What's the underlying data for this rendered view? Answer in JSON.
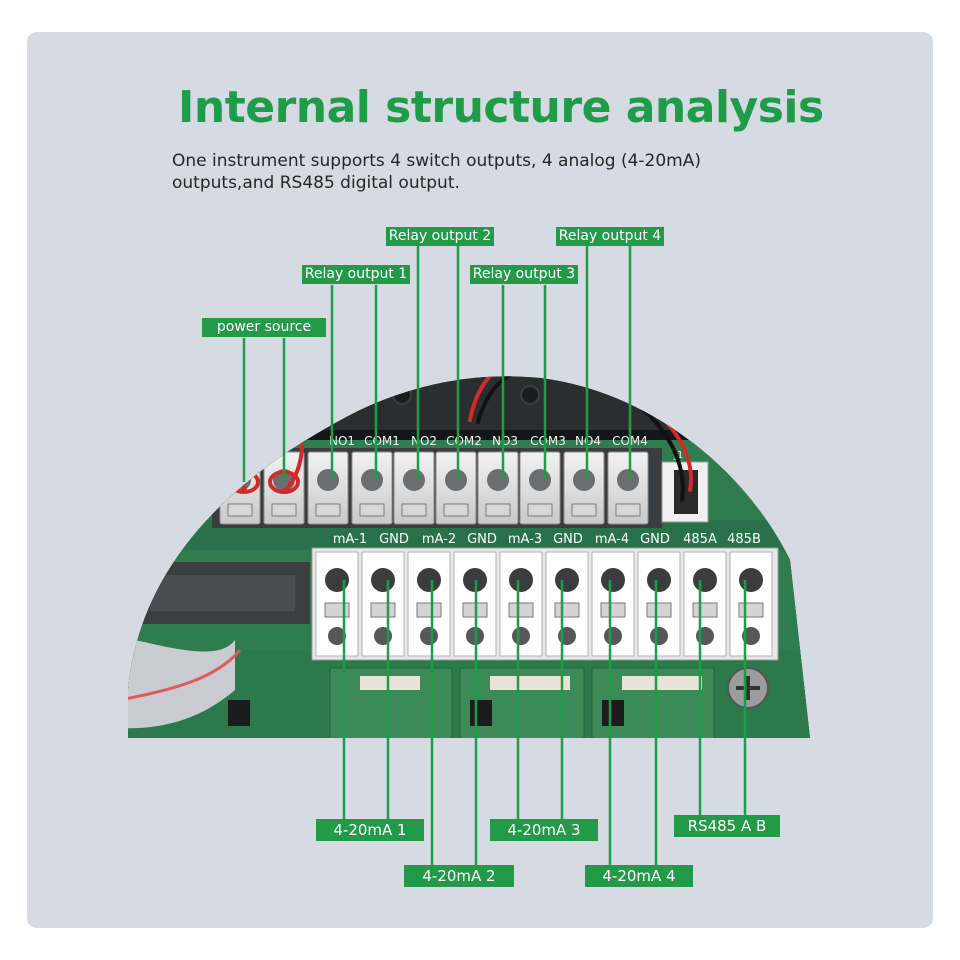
{
  "title": "Internal structure analysis",
  "subtitle": {
    "line1": "One instrument supports 4 switch outputs, 4 analog (4-20mA)",
    "line2": "outputs,and RS485 digital output."
  },
  "colors": {
    "panel_bg": "#d5dae3",
    "accent_green": "#1e9c48",
    "label_green": "#239a48",
    "board_green": "#2f7d4e"
  },
  "top_labels": {
    "power": "power source",
    "relay1": "Relay output 1",
    "relay2": "Relay output 2",
    "relay3": "Relay output 3",
    "relay4": "Relay output 4"
  },
  "bottom_labels": {
    "ma1": "4-20mA 1",
    "ma2": "4-20mA 2",
    "ma3": "4-20mA 3",
    "ma4": "4-20mA 4",
    "rs485": "RS485 A B"
  },
  "board": {
    "top_terminal_labels": [
      "NO1",
      "COM1",
      "NO2",
      "COM2",
      "NO3",
      "COM3",
      "NO4",
      "COM4"
    ],
    "bottom_terminal_labels": [
      "mA-1",
      "GND",
      "mA-2",
      "GND",
      "mA-3",
      "GND",
      "mA-4",
      "GND",
      "485A",
      "485B"
    ],
    "connector_label": "J1"
  }
}
